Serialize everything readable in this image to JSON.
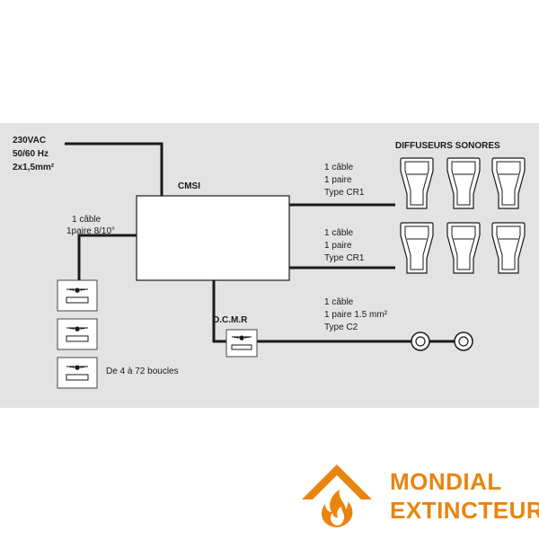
{
  "power": {
    "line1": "230VAC",
    "line2": "50/60 Hz",
    "line3": "2x1,5mm²"
  },
  "cmsi": {
    "label": "CMSI"
  },
  "cable_left": {
    "line1": "1 câble",
    "line2": "1paire 8/10°"
  },
  "diffuseurs_title": "DIFFUSEURS SONORES",
  "cable_top": {
    "line1": "1 câble",
    "line2": "1 paire",
    "line3": "Type CR1"
  },
  "cable_mid": {
    "line1": "1 câble",
    "line2": "1 paire",
    "line3": "Type CR1"
  },
  "cable_bot": {
    "line1": "1 câble",
    "line2": "1 paire 1.5 mm²",
    "line3": "Type C2"
  },
  "dcmr": {
    "label": "D.C.M.R"
  },
  "boucles": {
    "label": "De 4 à 72 boucles"
  },
  "brand": {
    "line1": "MONDIAL",
    "line2": "EXTINCTEUR",
    "accent": "#e9840f"
  }
}
